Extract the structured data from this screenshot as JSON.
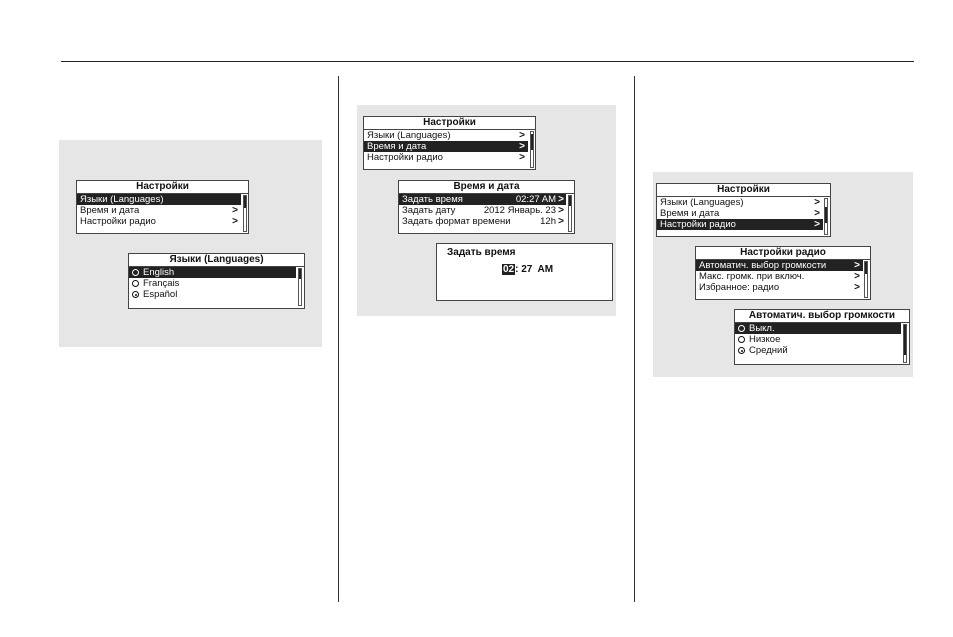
{
  "col1": {
    "settings": {
      "title": "Настройки",
      "items": [
        {
          "label": "Языки (Languages)",
          "selected": true
        },
        {
          "label": "Время и дата",
          "chevron": ">"
        },
        {
          "label": "Настройки радио",
          "chevron": ">"
        }
      ]
    },
    "languages": {
      "title": "Языки (Languages)",
      "options": [
        {
          "label": "English",
          "checked": false,
          "highlighted": true
        },
        {
          "label": "Français",
          "checked": false
        },
        {
          "label": "Español",
          "checked": true
        }
      ]
    }
  },
  "col2": {
    "settings": {
      "title": "Настройки",
      "items": [
        {
          "label": "Языки (Languages)",
          "chevron": ">"
        },
        {
          "label": "Время и дата",
          "chevron": ">",
          "selected": true
        },
        {
          "label": "Настройки радио",
          "chevron": ">"
        }
      ]
    },
    "datetime": {
      "title": "Время и дата",
      "items": [
        {
          "label": "Задать время",
          "value": "02:27 AM",
          "chevron": ">",
          "selected": true
        },
        {
          "label": "Задать дату",
          "value": "2012 Январь. 23",
          "chevron": ">"
        },
        {
          "label": "Задать формат времени",
          "value": "12h",
          "chevron": ">"
        }
      ]
    },
    "set_time": {
      "title": "Задать время",
      "hour": "02",
      "rest": ": 27  AM"
    }
  },
  "col3": {
    "settings": {
      "title": "Настройки",
      "items": [
        {
          "label": "Языки (Languages)",
          "chevron": ">"
        },
        {
          "label": "Время и дата",
          "chevron": ">"
        },
        {
          "label": "Настройки радио",
          "chevron": ">",
          "selected": true
        }
      ]
    },
    "radio": {
      "title": "Настройки радио",
      "items": [
        {
          "label": "Автоматич. выбор громкости",
          "chevron": ">",
          "selected": true
        },
        {
          "label": "Макс. громк. при включ.",
          "chevron": ">"
        },
        {
          "label": "Избранное: радио",
          "chevron": ">"
        }
      ]
    },
    "auto_volume": {
      "title": "Автоматич. выбор громкости",
      "options": [
        {
          "label": "Выкл.",
          "checked": false,
          "highlighted": true
        },
        {
          "label": "Низкое",
          "checked": false
        },
        {
          "label": "Средний",
          "checked": true
        }
      ]
    }
  }
}
